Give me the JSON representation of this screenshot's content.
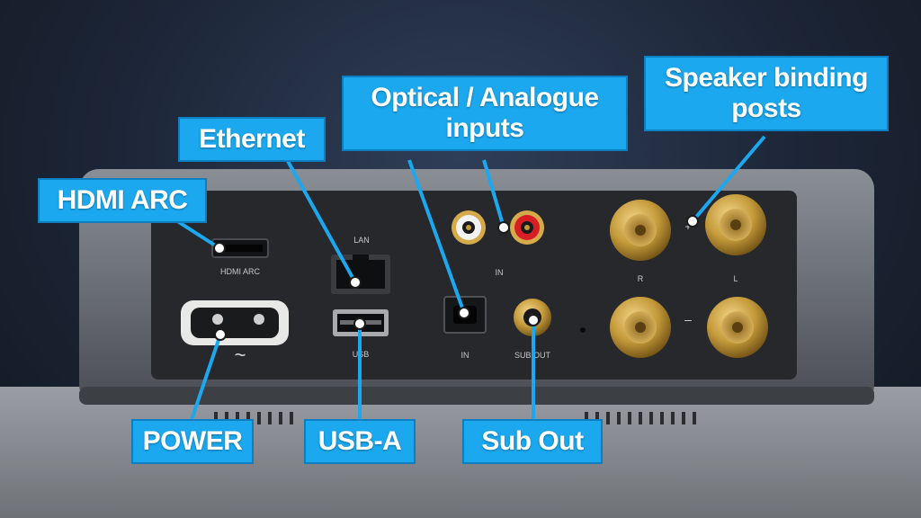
{
  "colors": {
    "callout_fill": "#1ba8ee",
    "callout_text": "#ffffff",
    "chassis": "#6c7078",
    "panel": "#26282c",
    "gold": "#c49a3a",
    "rca_red": "#d81e25",
    "rca_white": "#f2f2f2"
  },
  "callouts": {
    "hdmi_arc": "HDMI ARC",
    "ethernet": "Ethernet",
    "optical_analogue_line1": "Optical / Analogue",
    "optical_analogue_line2": "inputs",
    "speaker_line1": "Speaker binding",
    "speaker_line2": "posts",
    "power": "POWER",
    "usb_a": "USB-A",
    "sub_out": "Sub Out"
  },
  "panel_labels": {
    "hdmi_arc": "HDMI ARC",
    "lan": "LAN",
    "usb": "USB",
    "analog_in": "IN",
    "optical_in": "IN",
    "sub_out": "SUB OUT",
    "speaker_r": "R",
    "speaker_l": "L",
    "plus": "+",
    "minus": "–",
    "power_symbol": "~"
  }
}
